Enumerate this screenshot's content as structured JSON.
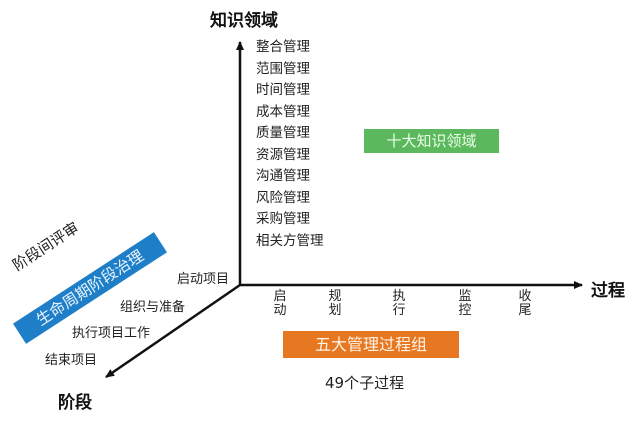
{
  "axes": {
    "vertical_label": "知识领域",
    "horizontal_label": "过程",
    "diagonal_label": "阶段"
  },
  "knowledge_areas": [
    "整合管理",
    "范围管理",
    "时间管理",
    "成本管理",
    "质量管理",
    "资源管理",
    "沟通管理",
    "风险管理",
    "采购管理",
    "相关方管理"
  ],
  "knowledge_box": {
    "label": "十大知识领域",
    "color": "#5cb85c"
  },
  "process_groups": [
    "启动",
    "规划",
    "执行",
    "监控",
    "收尾"
  ],
  "process_box": {
    "label": "五大管理过程组",
    "color": "#e87722"
  },
  "sub_process_text": "49个子过程",
  "phases": [
    "启动项目",
    "组织与准备",
    "执行项目工作",
    "结束项目"
  ],
  "phase_box": {
    "label": "生命周期阶段治理",
    "color": "#1e7fc8"
  },
  "phase_review": "阶段间评审"
}
